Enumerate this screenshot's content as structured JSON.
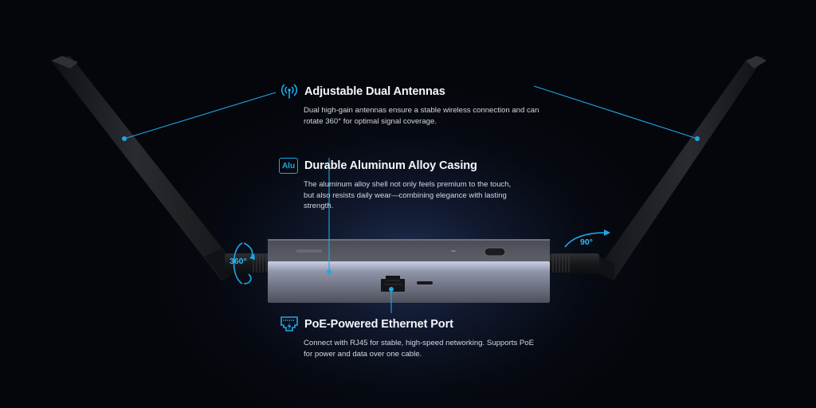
{
  "features": [
    {
      "id": "antennas",
      "icon": "wifi-signal-icon",
      "title": "Adjustable Dual Antennas",
      "description": "Dual high-gain antennas ensure a stable wireless connection and can rotate 360° for optimal signal coverage."
    },
    {
      "id": "casing",
      "icon": "alu-badge-icon",
      "icon_text": "Alu",
      "title": "Durable Aluminum Alloy Casing",
      "description": "The aluminum alloy shell not only feels premium to the touch, but also resists daily wear—combining elegance with lasting strength."
    },
    {
      "id": "ethernet",
      "icon": "ethernet-poe-icon",
      "title": "PoE-Powered Ethernet Port",
      "description": "Connect with RJ45 for stable, high-speed networking. Supports PoE for power and data over one cable."
    }
  ],
  "annotations": {
    "rotation_left": "360°",
    "rotation_right": "90°"
  },
  "colors": {
    "accent": "#1ea7e8",
    "background": "#04060b",
    "glow": "#1c2a4a",
    "device_body": "#5b5f6c",
    "antenna": "#1c1d21"
  }
}
